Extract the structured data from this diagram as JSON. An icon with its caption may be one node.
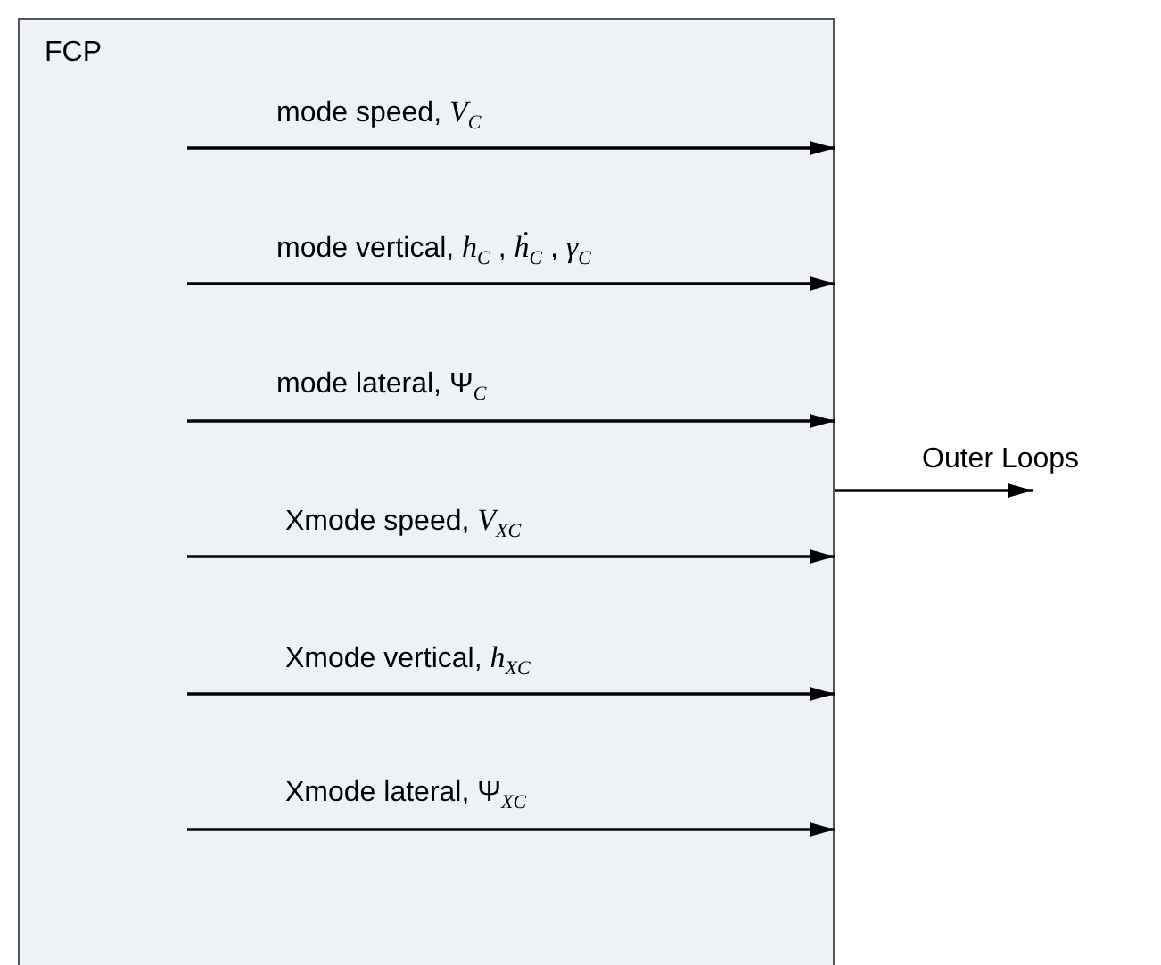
{
  "diagram": {
    "nodes": [
      {
        "text": [
          "FCP"
        ]
      },
      {
        "text": [
          "Outer Loops"
        ]
      }
    ],
    "edges": [
      {
        "from": null,
        "to": 0,
        "arrow": "to",
        "label": "mode speed,  *V*$_{C}$"
      },
      {
        "from": null,
        "to": 0,
        "arrow": "to",
        "label": "mode vertical,  *h*$_{C}$ , *ḣ*$_{C}$ , *γ*$_{C}$"
      },
      {
        "from": null,
        "to": 0,
        "arrow": "to",
        "label": "mode lateral,  Ψ$_{C}$"
      },
      {
        "from": null,
        "to": 0,
        "arrow": "to",
        "label": "Xmode speed,  *V*$_{XC}$"
      },
      {
        "from": null,
        "to": 0,
        "arrow": "to",
        "label": "Xmode vertical,  *h*$_{XC}$"
      },
      {
        "from": null,
        "to": 0,
        "arrow": "to",
        "label": "Xmode lateral,  Ψ$_{XC}$"
      },
      {
        "from": 0,
        "to": 1,
        "arrow": "to"
      }
    ]
  }
}
